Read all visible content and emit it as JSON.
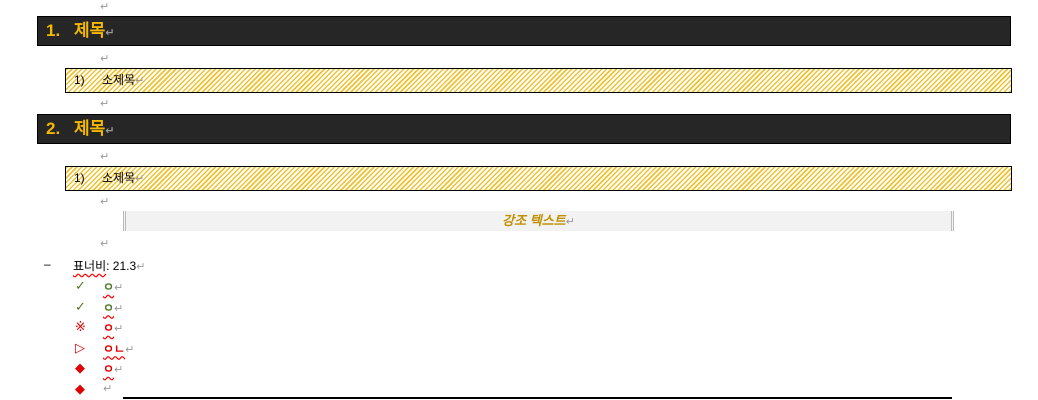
{
  "paragraph_mark": "↵",
  "sections": [
    {
      "number": "1.",
      "title": "제목",
      "sub_number": "1)",
      "sub_title": "소제목"
    },
    {
      "number": "2.",
      "title": "제목",
      "sub_number": "1)",
      "sub_title": "소제목"
    }
  ],
  "emphasis_text": "강조 텍스트",
  "dash_item": {
    "bullet": "–",
    "label": "표너비",
    "value": ": 21.3"
  },
  "list": [
    {
      "bullet": "✓",
      "text": "ㅇ",
      "color": "#4f7a28"
    },
    {
      "bullet": "✓",
      "text": "ㅇ",
      "color": "#4f7a28"
    },
    {
      "bullet": "※",
      "text": "ㅇ",
      "color": "#e00000"
    },
    {
      "bullet": "▷",
      "text": "ㅇㄴ",
      "color": "#e00000"
    },
    {
      "bullet": "◆",
      "text": "ㅇ",
      "color": "#e00000"
    },
    {
      "bullet": "◆",
      "text": "",
      "color": "#e00000"
    }
  ]
}
